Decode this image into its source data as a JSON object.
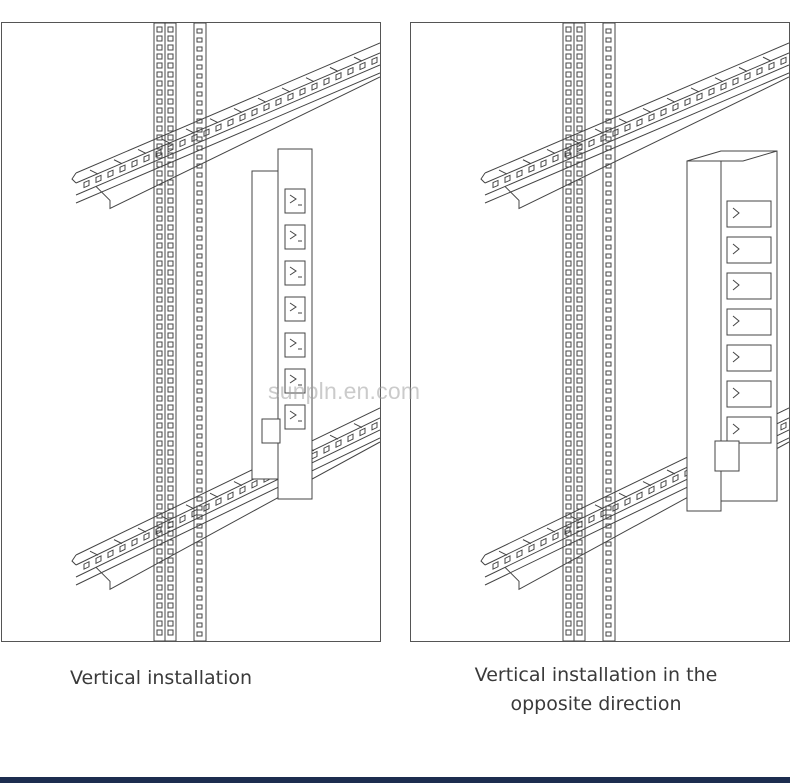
{
  "panels": [
    {
      "id": "left",
      "caption": "Vertical installation"
    },
    {
      "id": "right",
      "caption_line1": "Vertical installation in the",
      "caption_line2": "opposite direction"
    }
  ],
  "watermark": "sunpln.en.com",
  "colors": {
    "line": "#444444",
    "accent_bar": "#1d2d4f"
  },
  "icons": [
    "pdu-outlet-icon"
  ]
}
